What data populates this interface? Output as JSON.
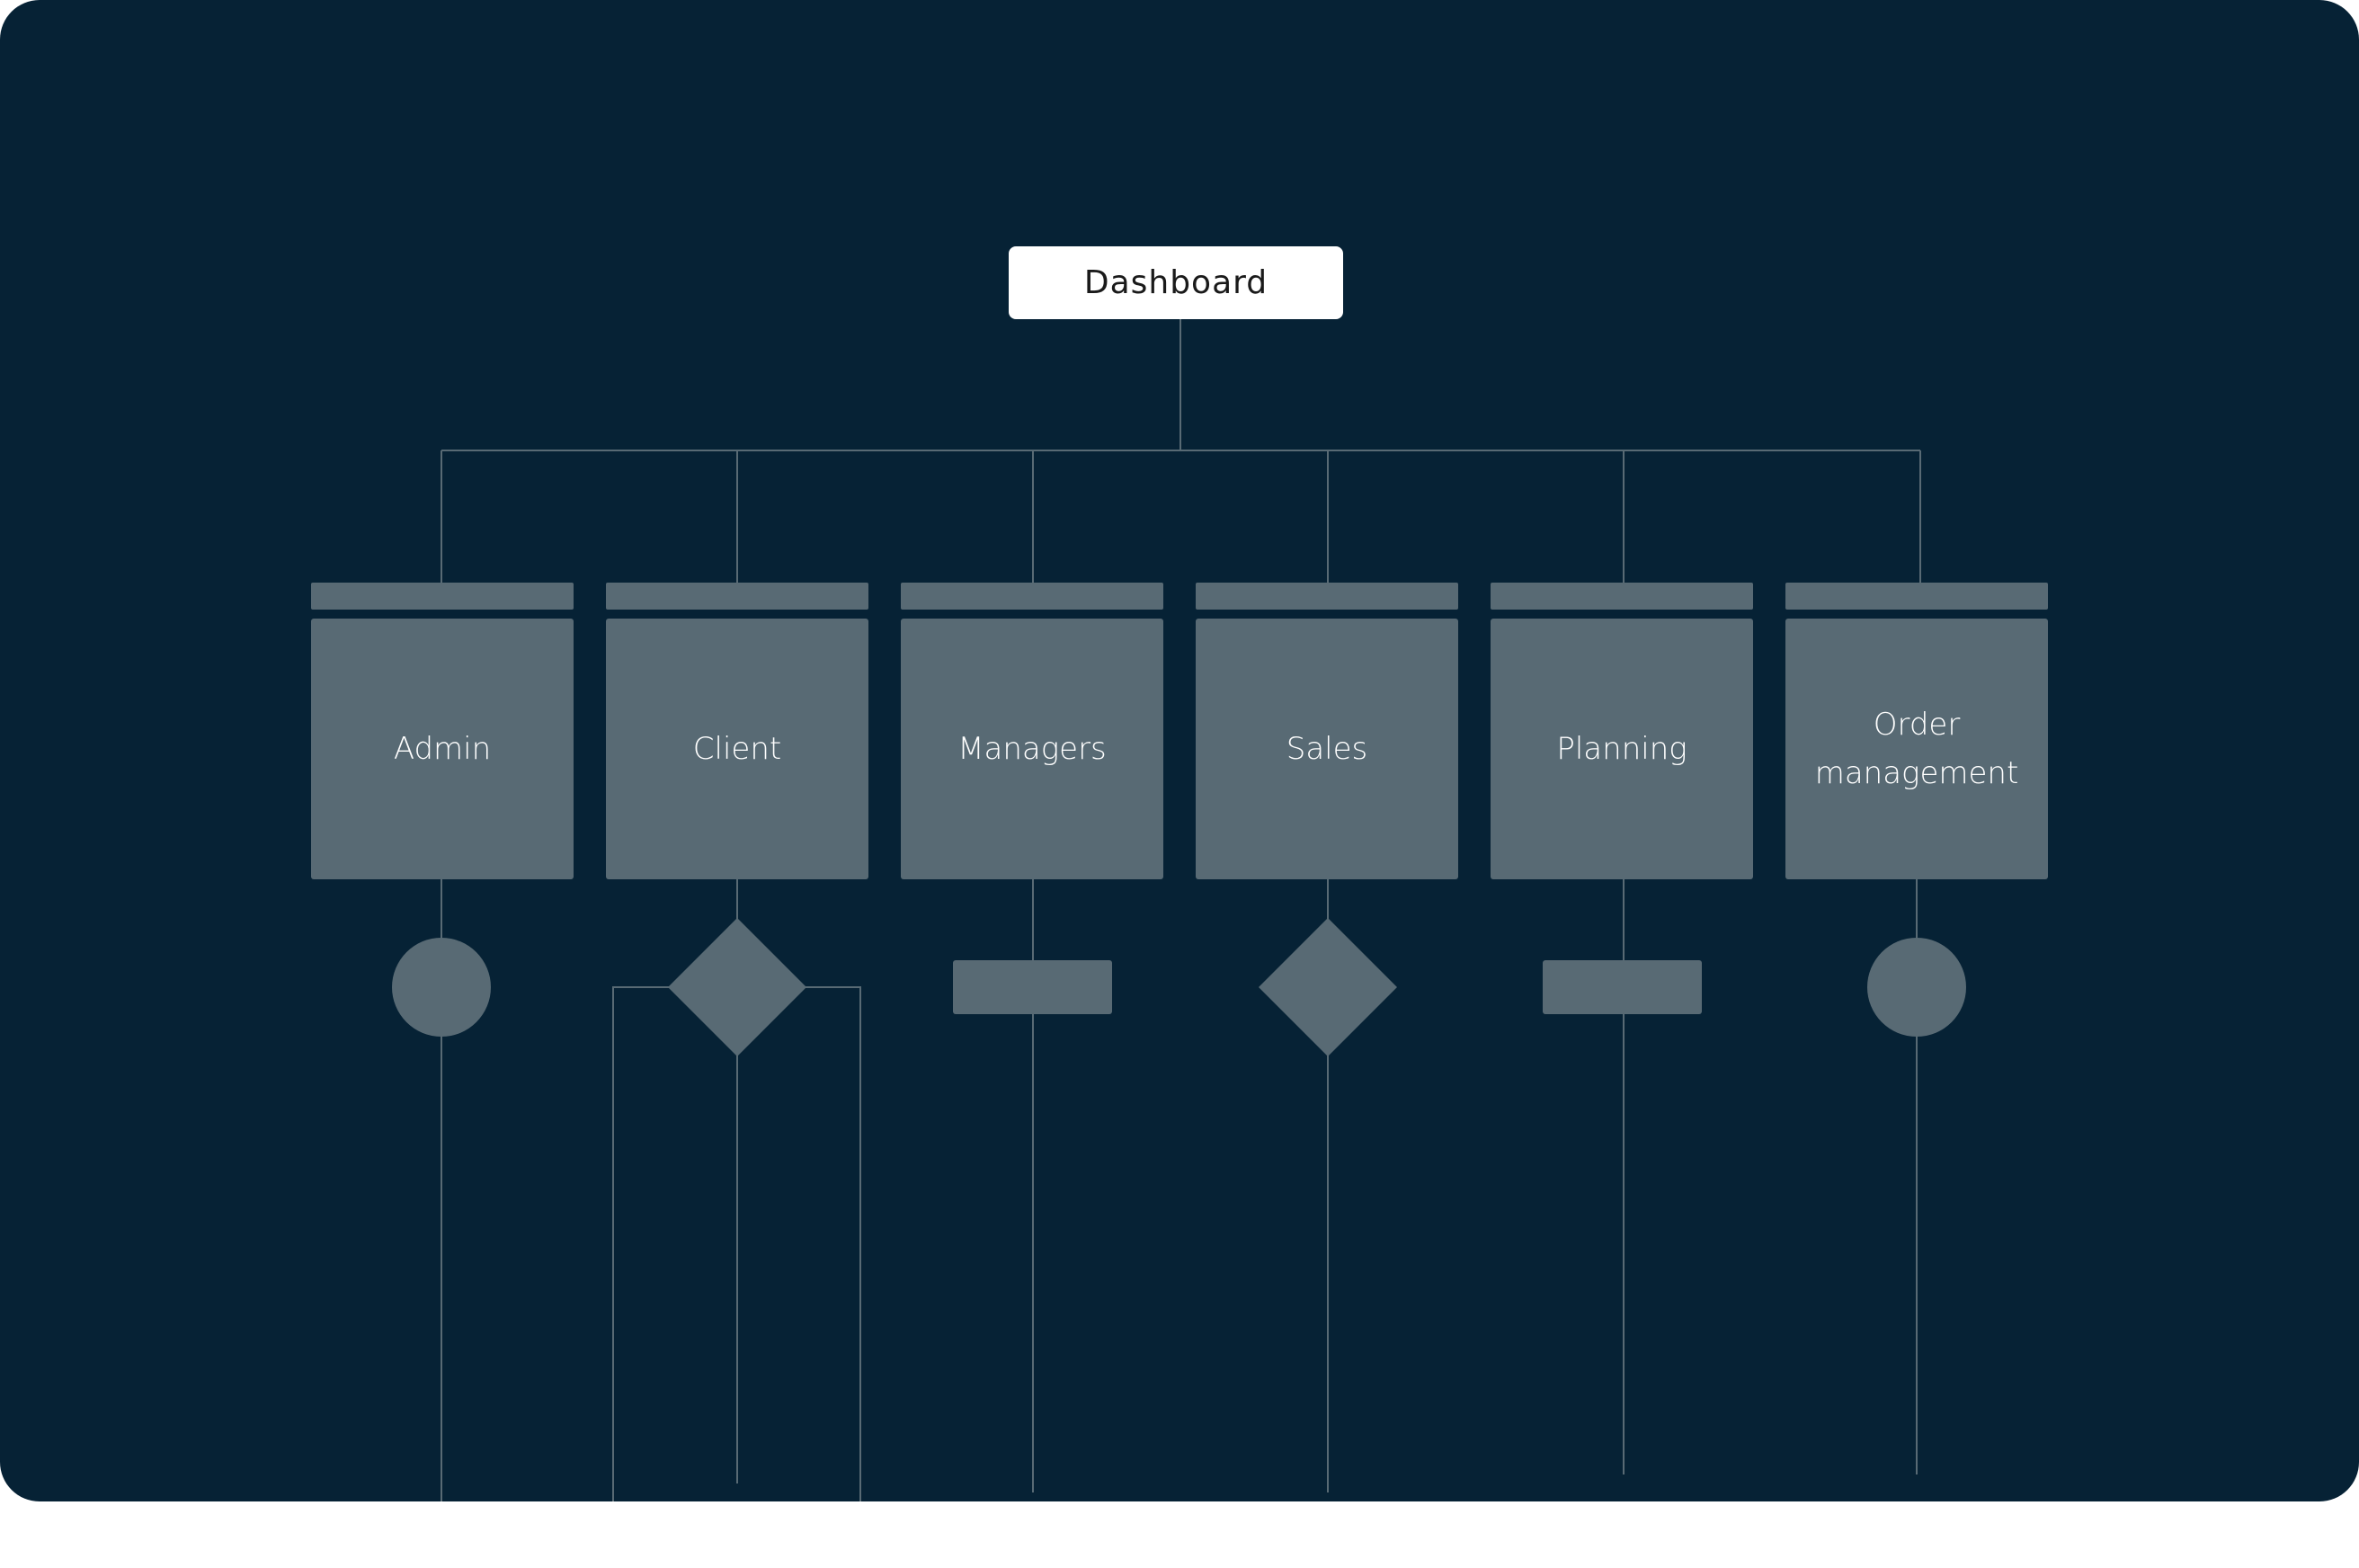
{
  "diagram": {
    "root": {
      "label": "Dashboard"
    },
    "nodes": [
      {
        "id": "admin",
        "label": "Admin",
        "shape": "circle"
      },
      {
        "id": "client",
        "label": "Client",
        "shape": "diamond"
      },
      {
        "id": "managers",
        "label": "Managers",
        "shape": "rectangle"
      },
      {
        "id": "sales",
        "label": "Sales",
        "shape": "diamond"
      },
      {
        "id": "planning",
        "label": "Planning",
        "shape": "rectangle"
      },
      {
        "id": "order-management",
        "label": "Order management",
        "shape": "circle"
      }
    ],
    "colors": {
      "background": "#062235",
      "node": "#586a74",
      "root": "#ffffff",
      "connector": "#586a74"
    }
  }
}
